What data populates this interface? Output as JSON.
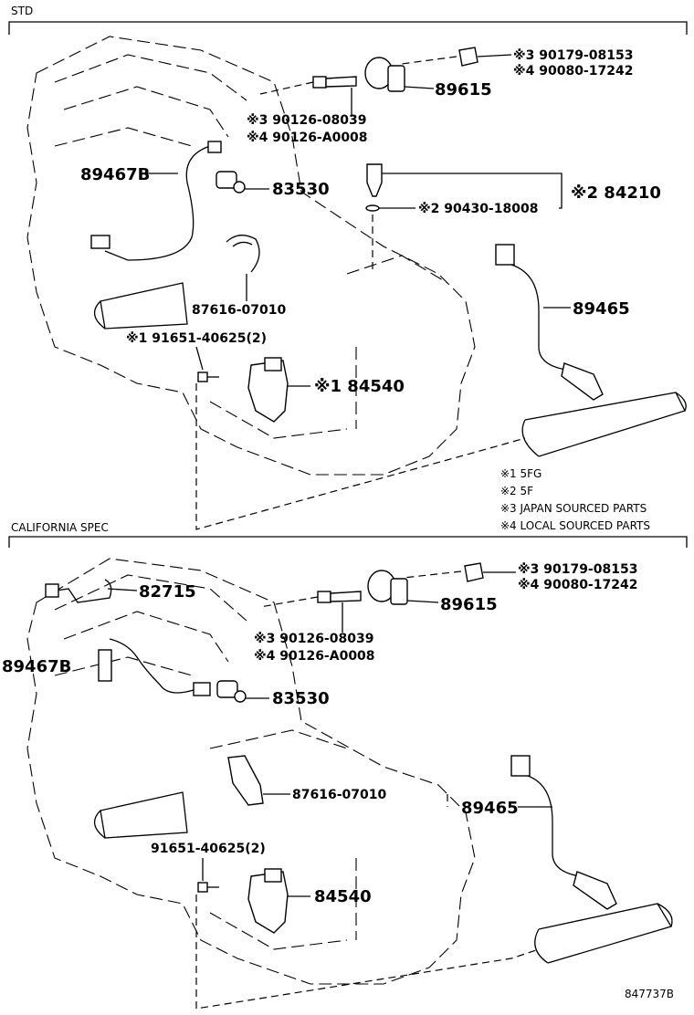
{
  "sections": {
    "std": "STD",
    "california": "CALIFORNIA SPEC"
  },
  "std_labels": {
    "p89615": "89615",
    "n90179": "※3 90179-08153",
    "n90080": "※4 90080-17242",
    "n90126_08039": "※3 90126-08039",
    "n90126_A0008": "※4 90126-A0008",
    "p89467B": "89467B",
    "p83530": "83530",
    "p84210": "※2 84210",
    "n90430": "※2 90430-18008",
    "p89465": "89465",
    "n87616": "87616-07010",
    "n91651": "※1 91651-40625(2)",
    "p84540": "※1 84540"
  },
  "notes": [
    "※1 5FG",
    "※2 5F",
    "※3 JAPAN SOURCED PARTS",
    "※4 LOCAL SOURCED PARTS"
  ],
  "cal_labels": {
    "p82715": "82715",
    "n90179": "※3 90179-08153",
    "n90080": "※4 90080-17242",
    "p89615": "89615",
    "n90126_08039": "※3 90126-08039",
    "n90126_A0008": "※4 90126-A0008",
    "p89467B": "89467B",
    "p83530": "83530",
    "n87616": "87616-07010",
    "p89465": "89465",
    "n91651": "91651-40625(2)",
    "p84540": "84540"
  },
  "diagram_code": "847737B"
}
